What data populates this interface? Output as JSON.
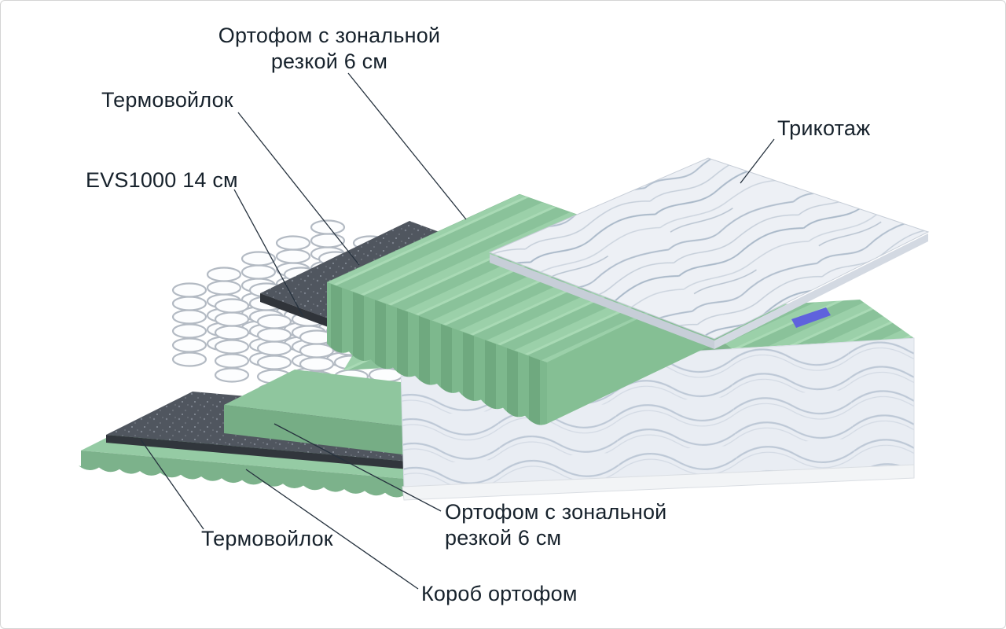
{
  "labels": {
    "orthofoam_top": {
      "line1": "Ортофом с зональной",
      "line2": "резкой 6 см"
    },
    "thermofelt_top": {
      "text": "Термовойлок"
    },
    "springs": {
      "text": "EVS1000 14 см"
    },
    "tricot": {
      "text": "Трикотаж"
    },
    "orthofoam_bottom": {
      "line1": "Ортофом с зональной",
      "line2": "резкой 6 см"
    },
    "thermofelt_bottom": {
      "text": "Термовойлок"
    },
    "base_box": {
      "text": "Короб ортофом"
    }
  },
  "colors": {
    "foam_green": "#98cda6",
    "foam_green_dark": "#7db88d",
    "felt_gray": "#50565f",
    "fabric_light": "#e9edf3",
    "tag_purple": "#5f62dd",
    "leader_line": "#26323e",
    "text": "#17222c"
  }
}
